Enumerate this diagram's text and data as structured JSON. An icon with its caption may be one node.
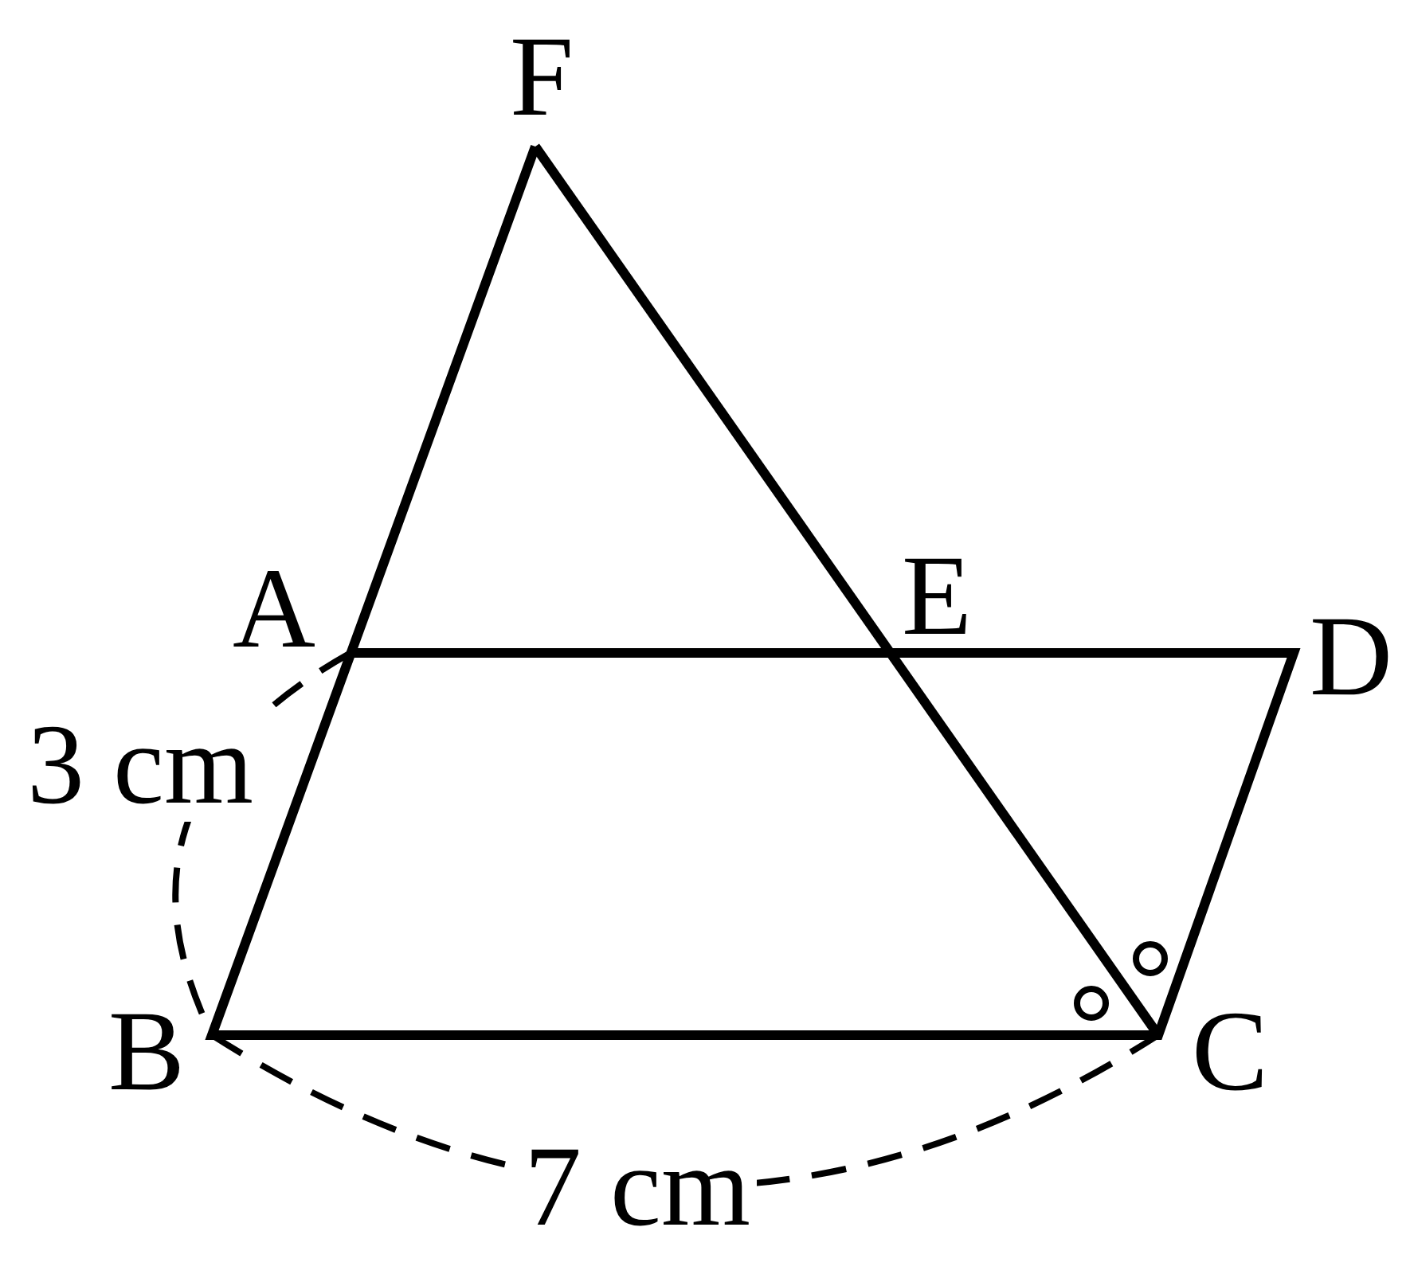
{
  "diagram": {
    "labels": [
      "F",
      "A",
      "E",
      "D",
      "3 cm",
      "B",
      "C",
      "7 cm"
    ]
  }
}
